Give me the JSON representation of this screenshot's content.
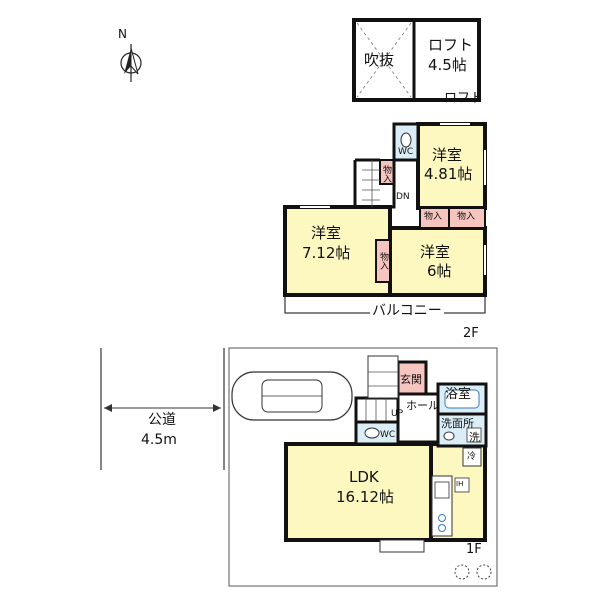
{
  "compass": {
    "north": "N"
  },
  "loft": {
    "fukinuke": "吹抜",
    "room": "ロフト",
    "size": "4.5帖",
    "floor": "ロフト"
  },
  "second_floor": {
    "floor": "2F",
    "room_a": {
      "name": "洋室",
      "size": "4.81帖"
    },
    "room_b": {
      "name": "洋室",
      "size": "7.12帖"
    },
    "room_c": {
      "name": "洋室",
      "size": "6帖"
    },
    "wc": "WC",
    "storage": "物入",
    "dn": "DN",
    "balcony": "バルコニー"
  },
  "first_floor": {
    "floor": "1F",
    "entrance": "玄関",
    "hall": "ホール",
    "bath": "浴室",
    "washroom": "洗面所",
    "wash": "洗",
    "ldk": {
      "name": "LDK",
      "size": "16.12帖"
    },
    "up": "UP",
    "wc": "WC",
    "fridge": "冷",
    "range": "IH"
  },
  "road": {
    "name": "公道",
    "width": "4.5m"
  },
  "colors": {
    "room": "#fdf7c0",
    "storage": "#f7c5c0",
    "water": "#dbeef8",
    "wall": "#111111",
    "line": "#333333"
  }
}
